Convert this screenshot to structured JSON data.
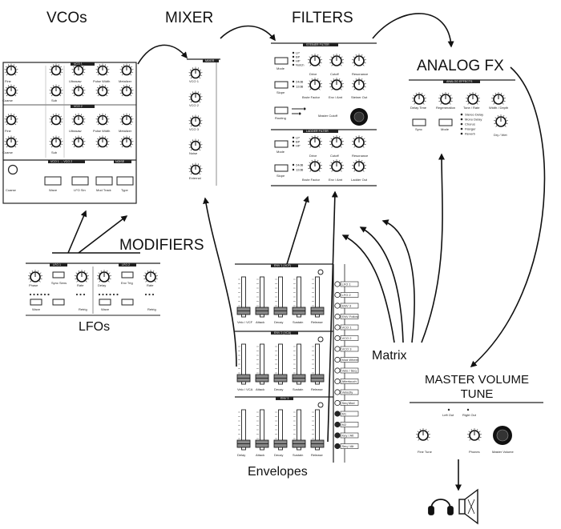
{
  "sections": {
    "vcos": "VCOs",
    "mixer": "MIXER",
    "filters": "FILTERS",
    "analog_fx": "ANALOG FX",
    "modifiers": "MODIFIERS",
    "lfos": "LFOs",
    "matrix": "Matrix",
    "envelopes": "Envelopes",
    "master_line1": "MASTER VOLUME",
    "master_line2": "TUNE"
  },
  "vco_panel": {
    "vco1_header": "VCO 1",
    "vco2_header": "VCO 2",
    "sync_header": "VCO 1 → VCO 2",
    "noise_header": "NOISE",
    "row_labels_1": [
      "Fine",
      "",
      "",
      "Ultrasaw",
      "Pulse Width",
      "Metalizer"
    ],
    "row_labels_2": [
      "Coarse",
      "",
      "Sub",
      "",
      "",
      ""
    ],
    "bottom_labels": [
      "Coarse",
      "Wave",
      "LFO Sin",
      "Mod Track",
      "Type"
    ]
  },
  "mixer_panel": {
    "header": "MIXER",
    "knobs": [
      "VCO 1",
      "VCO 2",
      "VCO 3",
      "Noise",
      "External"
    ]
  },
  "filter_panel": {
    "steiner_header": "STEINER FILTER",
    "ladder_header": "LADDER FILTER",
    "modes": [
      "LP",
      "BP",
      "HP",
      "Notch"
    ],
    "ladder_modes": [
      "LP",
      "BP",
      "HP"
    ],
    "knobs_row1": [
      "Drive",
      "Cutoff",
      "Resonance"
    ],
    "knobs_row2": [
      "Brute Factor",
      "Env / Amt",
      "Steiner Out"
    ],
    "knobs_row4": [
      "Drive",
      "Cutoff",
      "Resonance"
    ],
    "knobs_row5": [
      "Brute Factor",
      "Env / Amt",
      "Ladder Out"
    ],
    "buttons": [
      "Mode",
      "Slope",
      "Routing",
      "Mode",
      "Slope"
    ],
    "slopes": [
      "24dB",
      "12dB"
    ],
    "master_cutoff": "Master Cutoff"
  },
  "fx_panel": {
    "header": "ANALOG EFFECTS",
    "knobs": [
      "Delay Time",
      "Regeneration",
      "Tone / Rate",
      "Width / Depth"
    ],
    "buttons": [
      "Sync",
      "Mode"
    ],
    "modes": [
      "Stereo Delay",
      "Mono Delay",
      "Chorus",
      "Flanger",
      "Reverb"
    ],
    "dry_wet": "Dry / Wet"
  },
  "lfo_panel": {
    "lfo1_header": "LFO 1",
    "lfo2_header": "LFO 2",
    "labels": [
      "Phase",
      "Sync Sens",
      "Rate",
      "Delay",
      "Env Trig",
      "Rate"
    ],
    "bottom": [
      "Wave",
      "Retrig",
      "Wave",
      "Retrig"
    ]
  },
  "env_panel": {
    "env1_header": "ENV 1 (VCF)",
    "env2_header": "ENV 2 (VCA)",
    "env3_header": "ENV 3",
    "sliders_1": [
      "Velo / VCF",
      "Attack",
      "Decay",
      "Sustain",
      "Release"
    ],
    "sliders_2": [
      "Velo / VCA",
      "Attack",
      "Decay",
      "Sustain",
      "Release"
    ],
    "sliders_3": [
      "Delay",
      "Attack",
      "Decay",
      "Sustain",
      "Release"
    ]
  },
  "matrix_panel": {
    "rows": [
      "LFO 1",
      "LFO 2",
      "ENV 3",
      "ENV Follow",
      "VCO 1",
      "VCO 2",
      "VCO 3",
      "Mod Wheel",
      "Velo / Seq",
      "Aftertouch",
      "Velocity",
      "Seq Mod",
      "M1",
      "M2",
      "Key / Alt",
      "Seq / Alt"
    ]
  },
  "master_panel": {
    "labels": [
      "Fine Tune",
      "Phones",
      "Master Volume"
    ],
    "sub": [
      "Left Out",
      "Right Out"
    ]
  },
  "icons": [
    "headphones-icon",
    "speaker-icon"
  ]
}
